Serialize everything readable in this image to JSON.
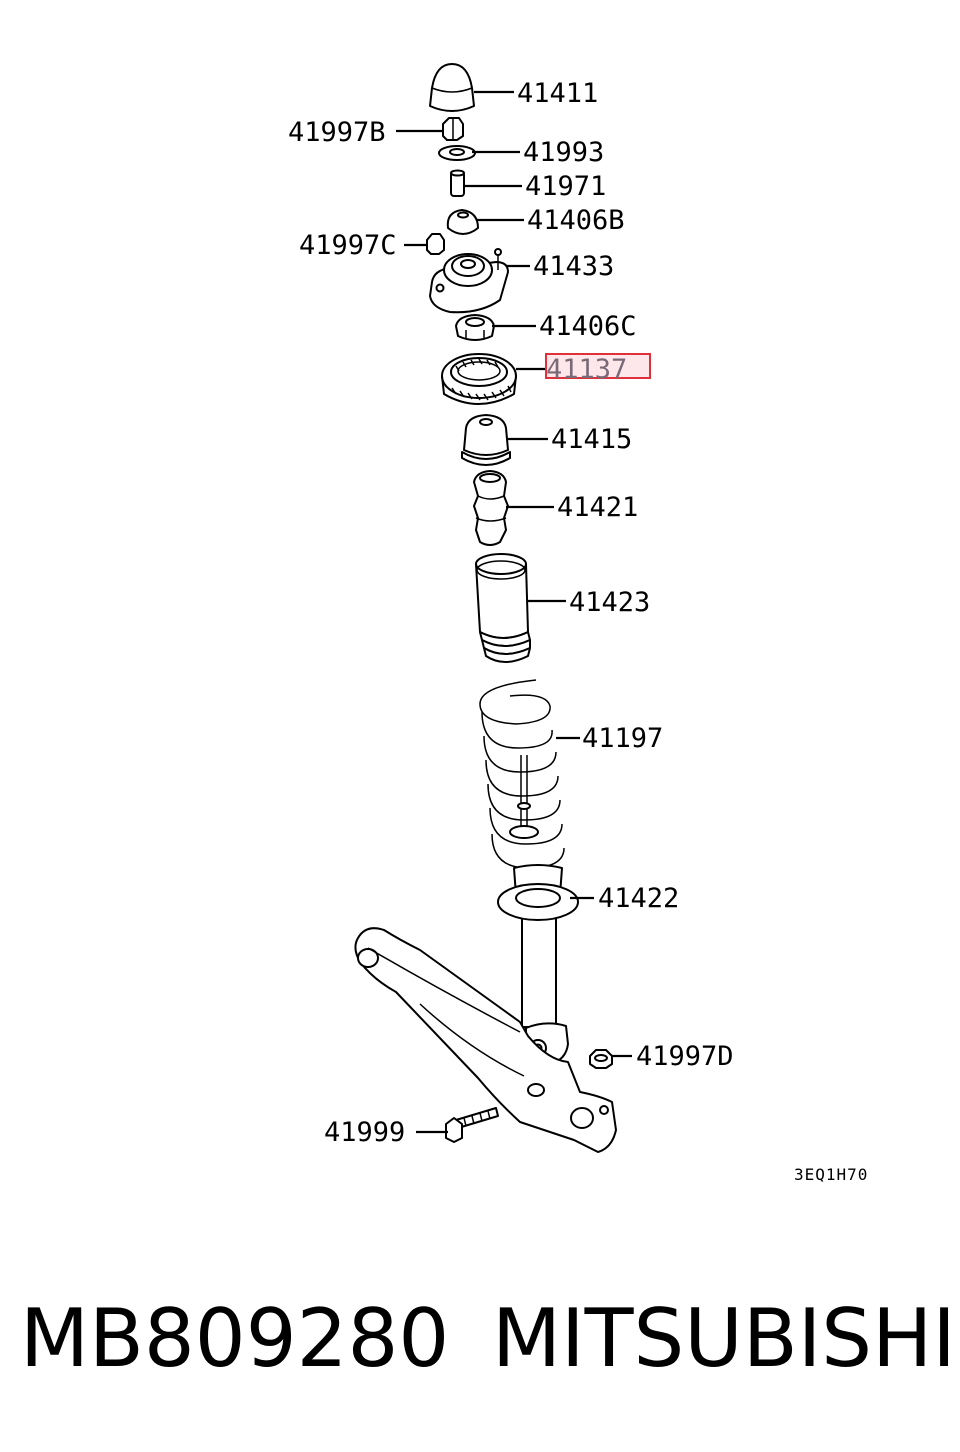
{
  "diagram": {
    "parts": {
      "p41411": "41411",
      "p41997B": "41997B",
      "p41993": "41993",
      "p41971": "41971",
      "p41406B": "41406B",
      "p41997C": "41997C",
      "p41433": "41433",
      "p41406C": "41406C",
      "p41137": "41137",
      "p41415": "41415",
      "p41421": "41421",
      "p41423": "41423",
      "p41197": "41197",
      "p41422": "41422",
      "p41997D": "41997D",
      "p41999": "41999"
    },
    "highlighted_part": "41137",
    "drawing_code": "3EQ1H70"
  },
  "footer": {
    "part_number": "MB809280",
    "brand": "MITSUBISHI"
  },
  "colors": {
    "highlight_border": "#e0303a",
    "highlight_fill": "#fde7ea"
  }
}
